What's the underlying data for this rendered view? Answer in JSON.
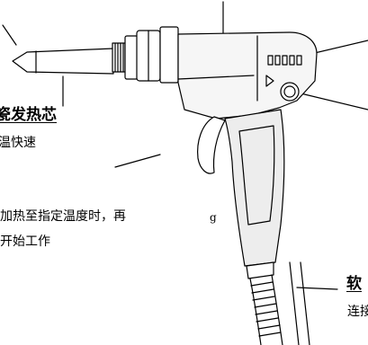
{
  "labels": {
    "heater_title": "瓷发热芯",
    "heater_desc": "温快速",
    "heating_desc_line1": "加热至指定温度时，再",
    "heating_desc_line2": "开始工作",
    "mark": "g",
    "hose_title": "软",
    "hose_desc": "连接"
  },
  "colors": {
    "line": "#000000",
    "background": "#ffffff",
    "body_fill": "#f6f6f6",
    "grip_fill": "#ededed"
  }
}
